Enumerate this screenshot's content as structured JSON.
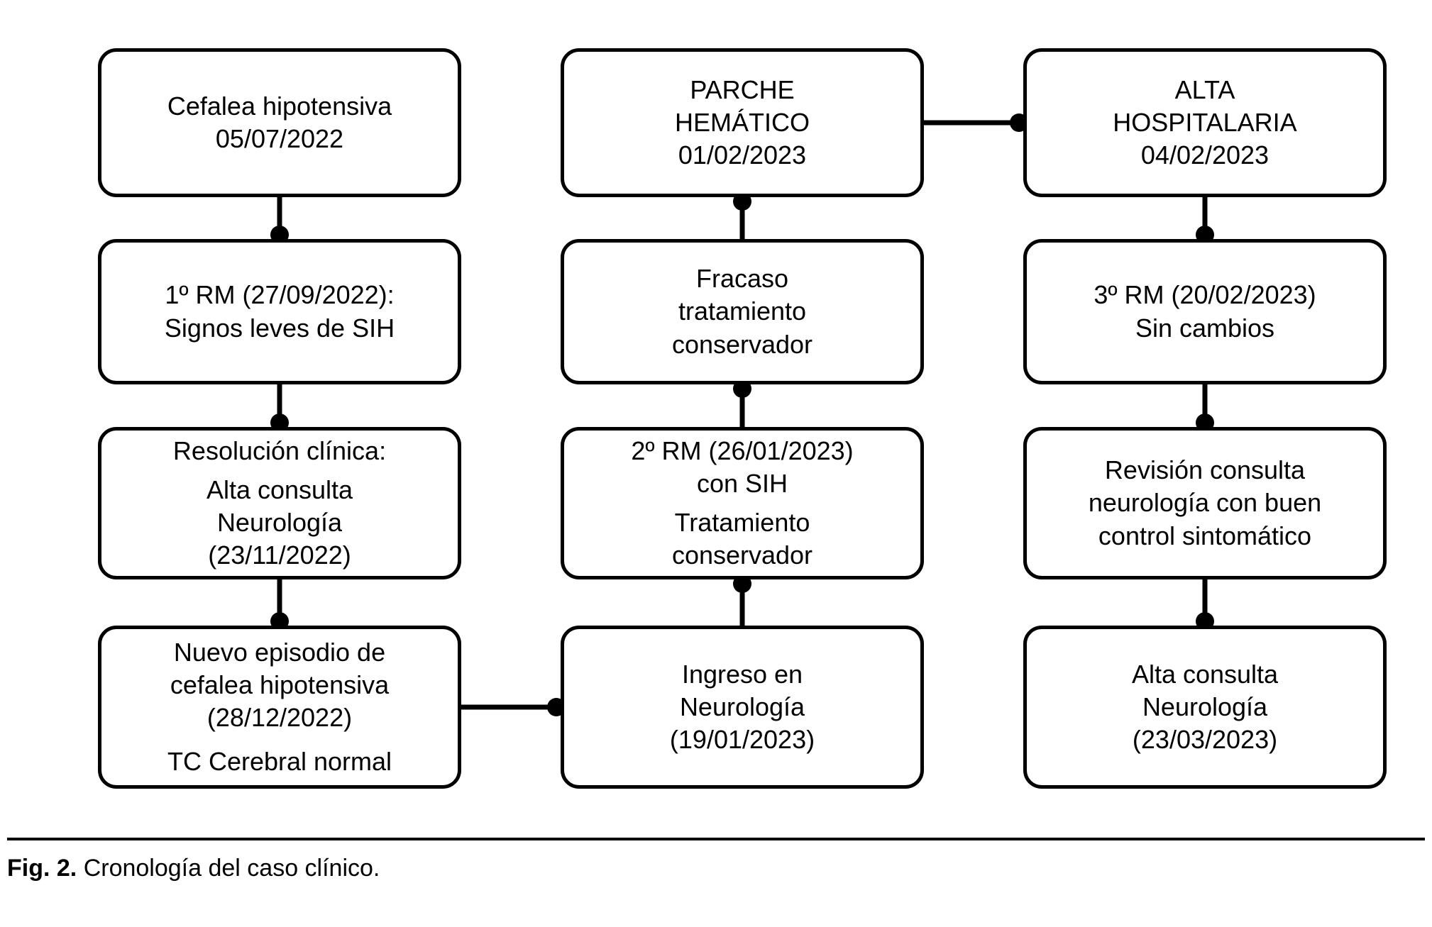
{
  "figure": {
    "caption_label": "Fig. 2.",
    "caption_text": "Cronología del caso clínico.",
    "stroke_color": "#000000",
    "background_color": "#ffffff"
  },
  "chart_data": {
    "type": "diagram",
    "diagram_kind": "clinical-timeline-flowchart",
    "title": "Cronología del caso clínico",
    "columns": 3,
    "rows": 4,
    "nodes": [
      {
        "id": "n1",
        "column": 1,
        "row": 1,
        "lines": [
          "Cefalea hipotensiva",
          "05/07/2022"
        ]
      },
      {
        "id": "n2",
        "column": 1,
        "row": 2,
        "lines": [
          "1º RM (27/09/2022):",
          "Signos leves de SIH"
        ]
      },
      {
        "id": "n3",
        "column": 1,
        "row": 3,
        "lines": [
          "Resolución clínica:",
          "",
          "Alta consulta",
          "Neurología",
          "(23/11/2022)"
        ]
      },
      {
        "id": "n4",
        "column": 1,
        "row": 4,
        "lines": [
          "Nuevo episodio de",
          "cefalea hipotensiva",
          "(28/12/2022)",
          "",
          "TC Cerebral normal"
        ]
      },
      {
        "id": "n5",
        "column": 2,
        "row": 4,
        "lines": [
          "Ingreso en",
          "Neurología",
          "(19/01/2023)"
        ]
      },
      {
        "id": "n6",
        "column": 2,
        "row": 3,
        "lines": [
          "2º RM (26/01/2023)",
          "con SIH",
          "",
          "Tratamiento",
          "conservador"
        ]
      },
      {
        "id": "n7",
        "column": 2,
        "row": 2,
        "lines": [
          "Fracaso",
          "tratamiento",
          "conservador"
        ]
      },
      {
        "id": "n8",
        "column": 2,
        "row": 1,
        "lines": [
          "PARCHE",
          "HEMÁTICO",
          "01/02/2023"
        ]
      },
      {
        "id": "n9",
        "column": 3,
        "row": 1,
        "lines": [
          "ALTA",
          "HOSPITALARIA",
          "04/02/2023"
        ]
      },
      {
        "id": "n10",
        "column": 3,
        "row": 2,
        "lines": [
          "3º RM (20/02/2023)",
          "Sin cambios"
        ]
      },
      {
        "id": "n11",
        "column": 3,
        "row": 3,
        "lines": [
          "Revisión consulta",
          "neurología con buen",
          "control sintomático"
        ]
      },
      {
        "id": "n12",
        "column": 3,
        "row": 4,
        "lines": [
          "Alta consulta",
          "Neurología",
          "(23/03/2023)"
        ]
      }
    ],
    "edges": [
      {
        "from": "n1",
        "to": "n2",
        "direction": "down"
      },
      {
        "from": "n2",
        "to": "n3",
        "direction": "down"
      },
      {
        "from": "n3",
        "to": "n4",
        "direction": "down"
      },
      {
        "from": "n4",
        "to": "n5",
        "direction": "right"
      },
      {
        "from": "n5",
        "to": "n6",
        "direction": "up"
      },
      {
        "from": "n6",
        "to": "n7",
        "direction": "up"
      },
      {
        "from": "n7",
        "to": "n8",
        "direction": "up"
      },
      {
        "from": "n8",
        "to": "n9",
        "direction": "right"
      },
      {
        "from": "n9",
        "to": "n10",
        "direction": "down"
      },
      {
        "from": "n10",
        "to": "n11",
        "direction": "down"
      },
      {
        "from": "n11",
        "to": "n12",
        "direction": "down"
      }
    ]
  }
}
